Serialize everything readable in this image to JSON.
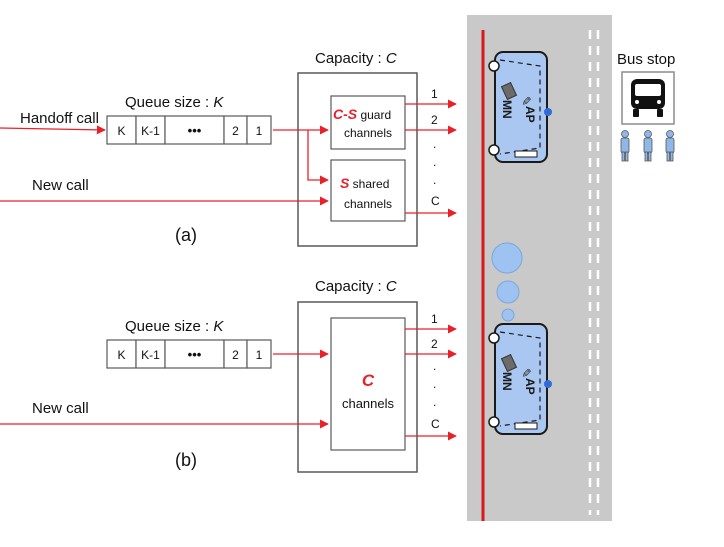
{
  "colors": {
    "arrow": "#e8202a",
    "road": "#c9c9c9",
    "road_center_line": "#d7191c",
    "road_dashes": "#ffffff",
    "bus_fill": "#a9c7f0",
    "bus_outline": "#1a1a1a",
    "ap_dot": "#2e6bd9",
    "bubble": "#9ec3f2",
    "person": "#8fb8e8",
    "box_border": "#595959",
    "text": "#111111"
  },
  "top": {
    "capacity_label": "Capacity : ",
    "capacity_var": "C",
    "queue_label": "Queue size : ",
    "queue_var": "K",
    "queue_cells": [
      "K",
      "K-1",
      "•••",
      "2",
      "1"
    ],
    "handoff_label": "Handoff call",
    "new_call_label": "New call",
    "guard_var": "C-S",
    "guard_word": " guard",
    "guard_line2": "channels",
    "shared_var": "S",
    "shared_word": " shared",
    "shared_line2": "channels",
    "channel_labels": [
      "1",
      "2",
      ".",
      ".",
      ".",
      "C"
    ],
    "caption": "(a)"
  },
  "bottom": {
    "capacity_label": "Capacity : ",
    "capacity_var": "C",
    "queue_label": "Queue size : ",
    "queue_var": "K",
    "queue_cells": [
      "K",
      "K-1",
      "•••",
      "2",
      "1"
    ],
    "new_call_label": "New call",
    "channels_var": "C",
    "channels_word": "channels",
    "channel_labels": [
      "1",
      "2",
      ".",
      ".",
      ".",
      "C"
    ],
    "caption": "(b)"
  },
  "road": {
    "bus_stop_label": "Bus stop",
    "bus_labels": {
      "mn": "MN",
      "ap": "AP"
    }
  }
}
